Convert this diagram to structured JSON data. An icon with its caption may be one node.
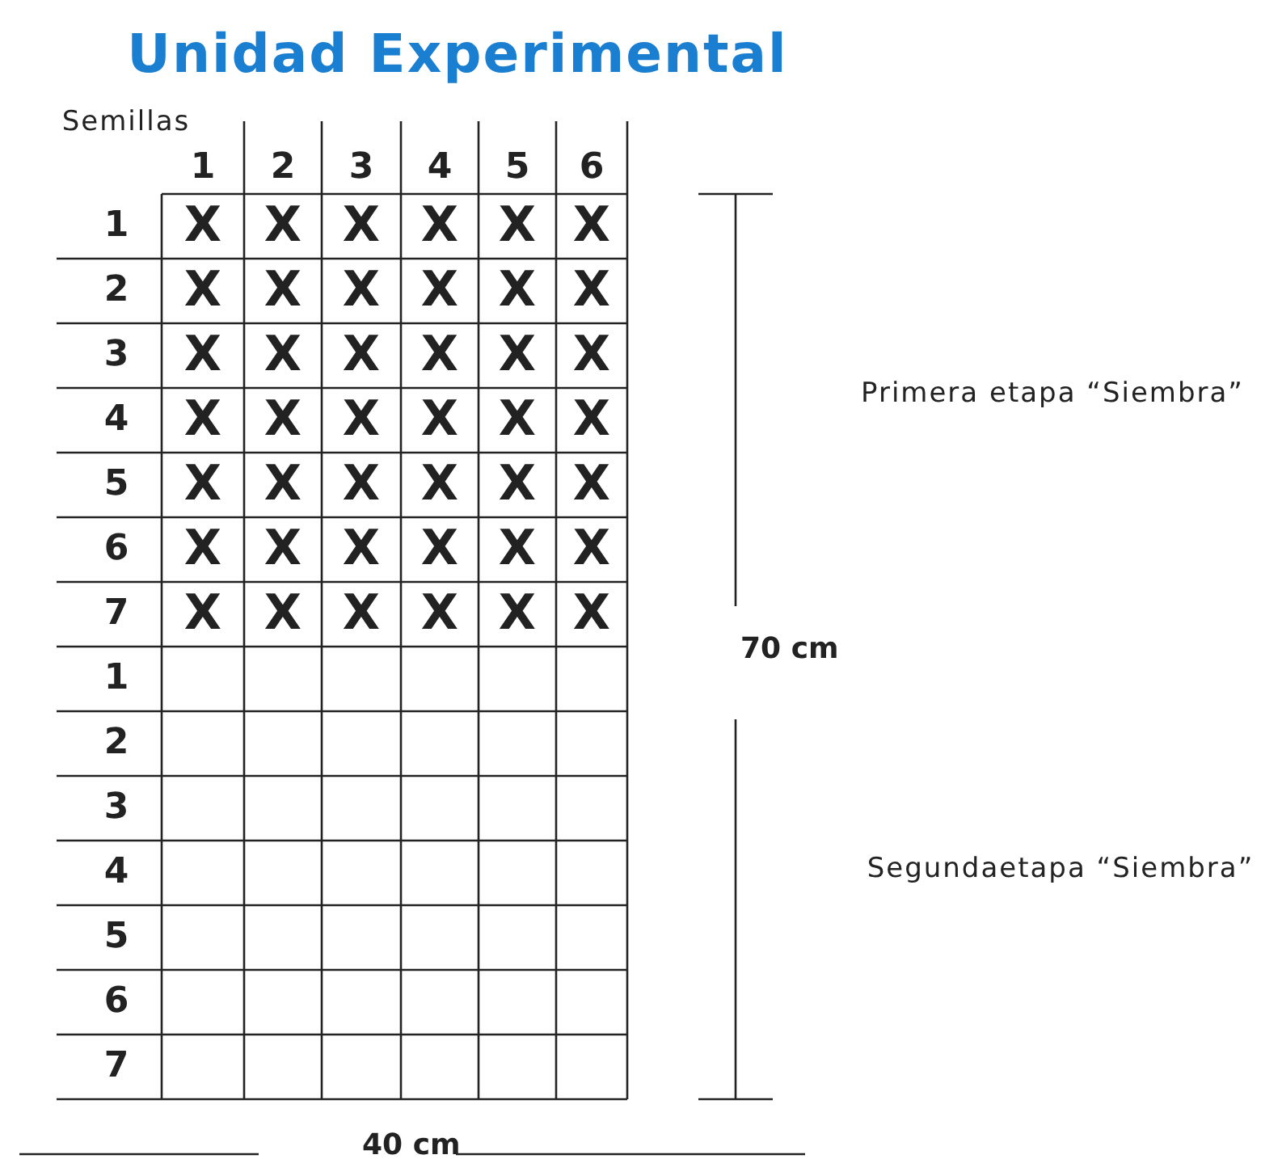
{
  "diagram": {
    "title": "Unidad Experimental",
    "labels": [
      "Semillas",
      "1",
      "2",
      "3",
      "4",
      "5",
      "6",
      "1",
      "X",
      "X",
      "X",
      "X",
      "X",
      "X",
      "2",
      "X",
      "X",
      "X",
      "X",
      "X",
      "X",
      "3",
      "X",
      "X",
      "X",
      "X",
      "X",
      "X",
      "4",
      "X",
      "X",
      "X",
      "X",
      "X",
      "X",
      "5",
      "X",
      "X",
      "X",
      "X",
      "X",
      "X",
      "6",
      "X",
      "X",
      "X",
      "X",
      "X",
      "X",
      "7",
      "X",
      "X",
      "X",
      "X",
      "X",
      "X",
      "1",
      "2",
      "3",
      "4",
      "5",
      "6",
      "7",
      "Primera etapa “Siembra”",
      "70 cm",
      "Segundaetapa “Siembra”",
      "40 cm"
    ]
  }
}
